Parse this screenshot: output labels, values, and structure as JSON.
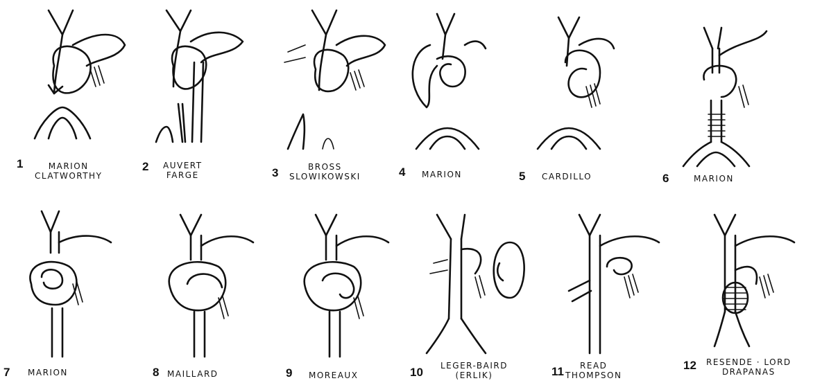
{
  "panels": [
    {
      "number": "1",
      "names": [
        "MARION",
        "CLATWORTHY"
      ]
    },
    {
      "number": "2",
      "names": [
        "AUVERT",
        "FARGE"
      ]
    },
    {
      "number": "3",
      "names": [
        "BROSS",
        "SLOWIKOWSKI"
      ]
    },
    {
      "number": "4",
      "names": [
        "MARION"
      ]
    },
    {
      "number": "5",
      "names": [
        "CARDILLO"
      ]
    },
    {
      "number": "6",
      "names": [
        "MARION"
      ]
    },
    {
      "number": "7",
      "names": [
        "MARION"
      ]
    },
    {
      "number": "8",
      "names": [
        "MAILLARD"
      ]
    },
    {
      "number": "9",
      "names": [
        "MOREAUX"
      ]
    },
    {
      "number": "10",
      "names": [
        "LEGER-BAIRD",
        "(ERLIK)"
      ]
    },
    {
      "number": "11",
      "names": [
        "READ",
        "THOMPSON"
      ]
    },
    {
      "number": "12",
      "names": [
        "RESENDE · LORD",
        "DRAPANAS"
      ]
    }
  ]
}
